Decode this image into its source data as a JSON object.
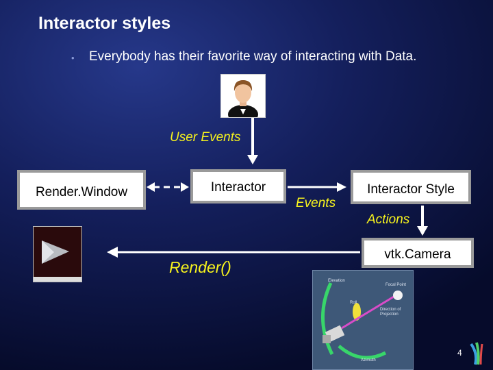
{
  "slide": {
    "title": "Interactor styles",
    "bullet": "Everybody has their favorite way of interacting with Data.",
    "page_number": "4"
  },
  "diagram": {
    "nodes": {
      "render_window": "Render.Window",
      "interactor": "Interactor",
      "interactor_style": "Interactor Style",
      "camera": "vtk.Camera"
    },
    "labels": {
      "user_events": "User Events",
      "events": "Events",
      "actions": "Actions",
      "render": "Render()"
    },
    "camera_figure_labels": {
      "elevation": "Elevation",
      "focal_point": "Focal Point",
      "roll": "Roll",
      "direction_of_projection": "Direction of Projection",
      "azimuth": "Azimuth"
    }
  },
  "colors": {
    "label_yellow": "#f7f31d",
    "box_border": "#9a9a9a",
    "arrow": "#ffffff"
  },
  "icons": [
    "user-avatar-icon",
    "render-window-thumbnail",
    "camera-diagram-image",
    "logo-icon"
  ]
}
